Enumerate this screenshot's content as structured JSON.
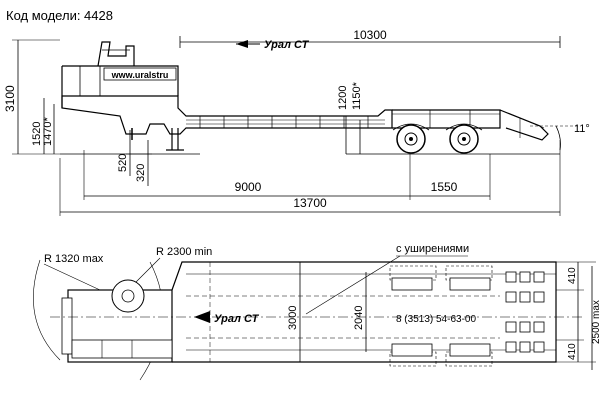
{
  "model_code": "Код модели: 4428",
  "brand": "Урал СТ",
  "website": "www.uralstru",
  "phone": "8 (3513) 54-63-00",
  "note_widenings": "с уширениями",
  "side_view": {
    "dim_platform_length": "10300",
    "dim_height_total": "3100",
    "dim_coupling_height": "1520",
    "dim_coupling_height_loaded": "1470*",
    "dim_deck_height": "1200",
    "dim_deck_height_loaded": "1150*",
    "dim_kingpin_520": "520",
    "dim_kingpin_320": "320",
    "dim_to_axles": "9000",
    "dim_axle_rear": "1550",
    "dim_total_length": "13700",
    "ramp_angle": "11°"
  },
  "top_view": {
    "turn_radius_front": "R 1320 max",
    "turn_radius_rear": "R 2300 min",
    "dim_deck_width": "3000",
    "dim_track_width": "2040",
    "dim_side_ext_top": "410",
    "dim_side_ext_bottom": "410",
    "dim_total_width": "2500 max"
  }
}
